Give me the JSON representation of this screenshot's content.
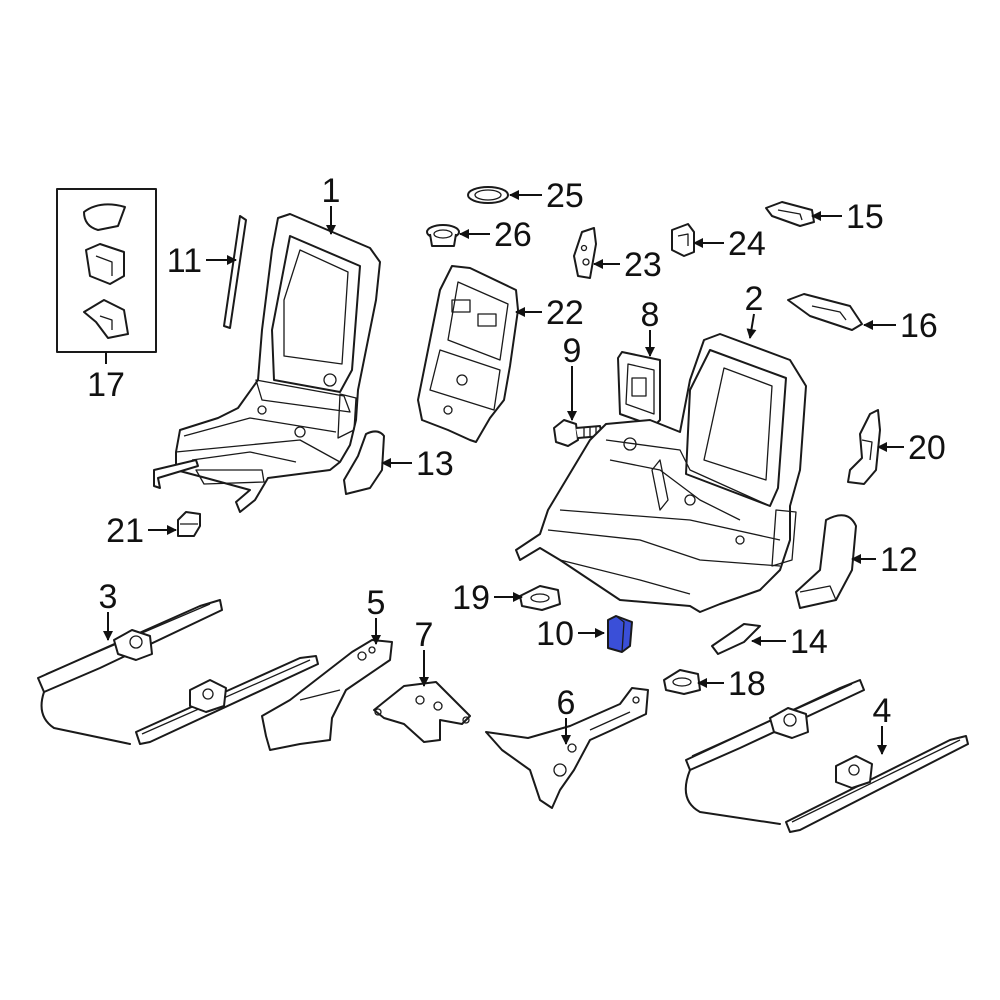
{
  "callouts": {
    "c1": "1",
    "c2": "2",
    "c3": "3",
    "c4": "4",
    "c5": "5",
    "c6": "6",
    "c7": "7",
    "c8": "8",
    "c9": "9",
    "c10": "10",
    "c11": "11",
    "c12": "12",
    "c13": "13",
    "c14": "14",
    "c15": "15",
    "c16": "16",
    "c17": "17",
    "c18": "18",
    "c19": "19",
    "c20": "20",
    "c21": "21",
    "c22": "22",
    "c23": "23",
    "c24": "24",
    "c25": "25",
    "c26": "26"
  },
  "colors": {
    "highlight": "#3a4fd8",
    "line": "#1a1a1a",
    "background": "#ffffff"
  }
}
